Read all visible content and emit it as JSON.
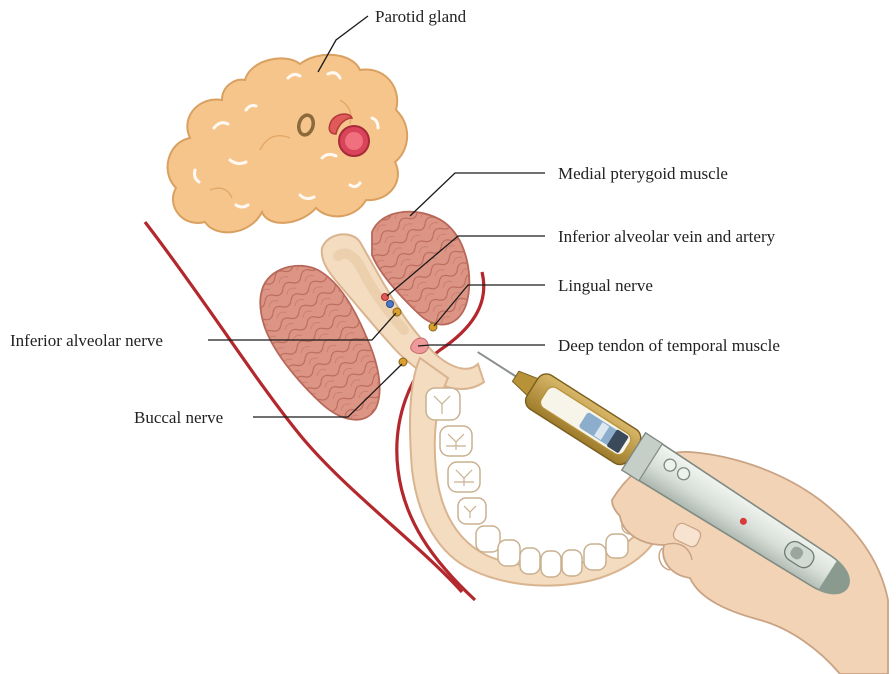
{
  "labels": {
    "parotid": "Parotid gland",
    "medial_pterygoid": "Medial pterygoid muscle",
    "vein_artery": "Inferior alveolar vein and artery",
    "lingual_nerve": "Lingual nerve",
    "deep_tendon": "Deep tendon of temporal muscle",
    "inferior_alveolar_nerve": "Inferior alveolar nerve",
    "buccal_nerve": "Buccal nerve"
  },
  "colors": {
    "gland": "#f6c58c",
    "gland_outline": "#d9a060",
    "muscle": "#d98e7e",
    "mandible": "#f3dcc0",
    "mandible_outline": "#d9b48f",
    "boundary_line": "#b3282d",
    "nerve": "#d9a030",
    "artery": "#e05a5a",
    "vein": "#4a78c8",
    "skin": "#f2d3b6",
    "injector_body": "#dfe6e0",
    "injector_tip": "#c9a14a"
  },
  "icons": [
    "parotid-gland-shape",
    "muscle-shape",
    "mandible-shape",
    "tooth-icon",
    "injector-icon",
    "hand-icon"
  ]
}
